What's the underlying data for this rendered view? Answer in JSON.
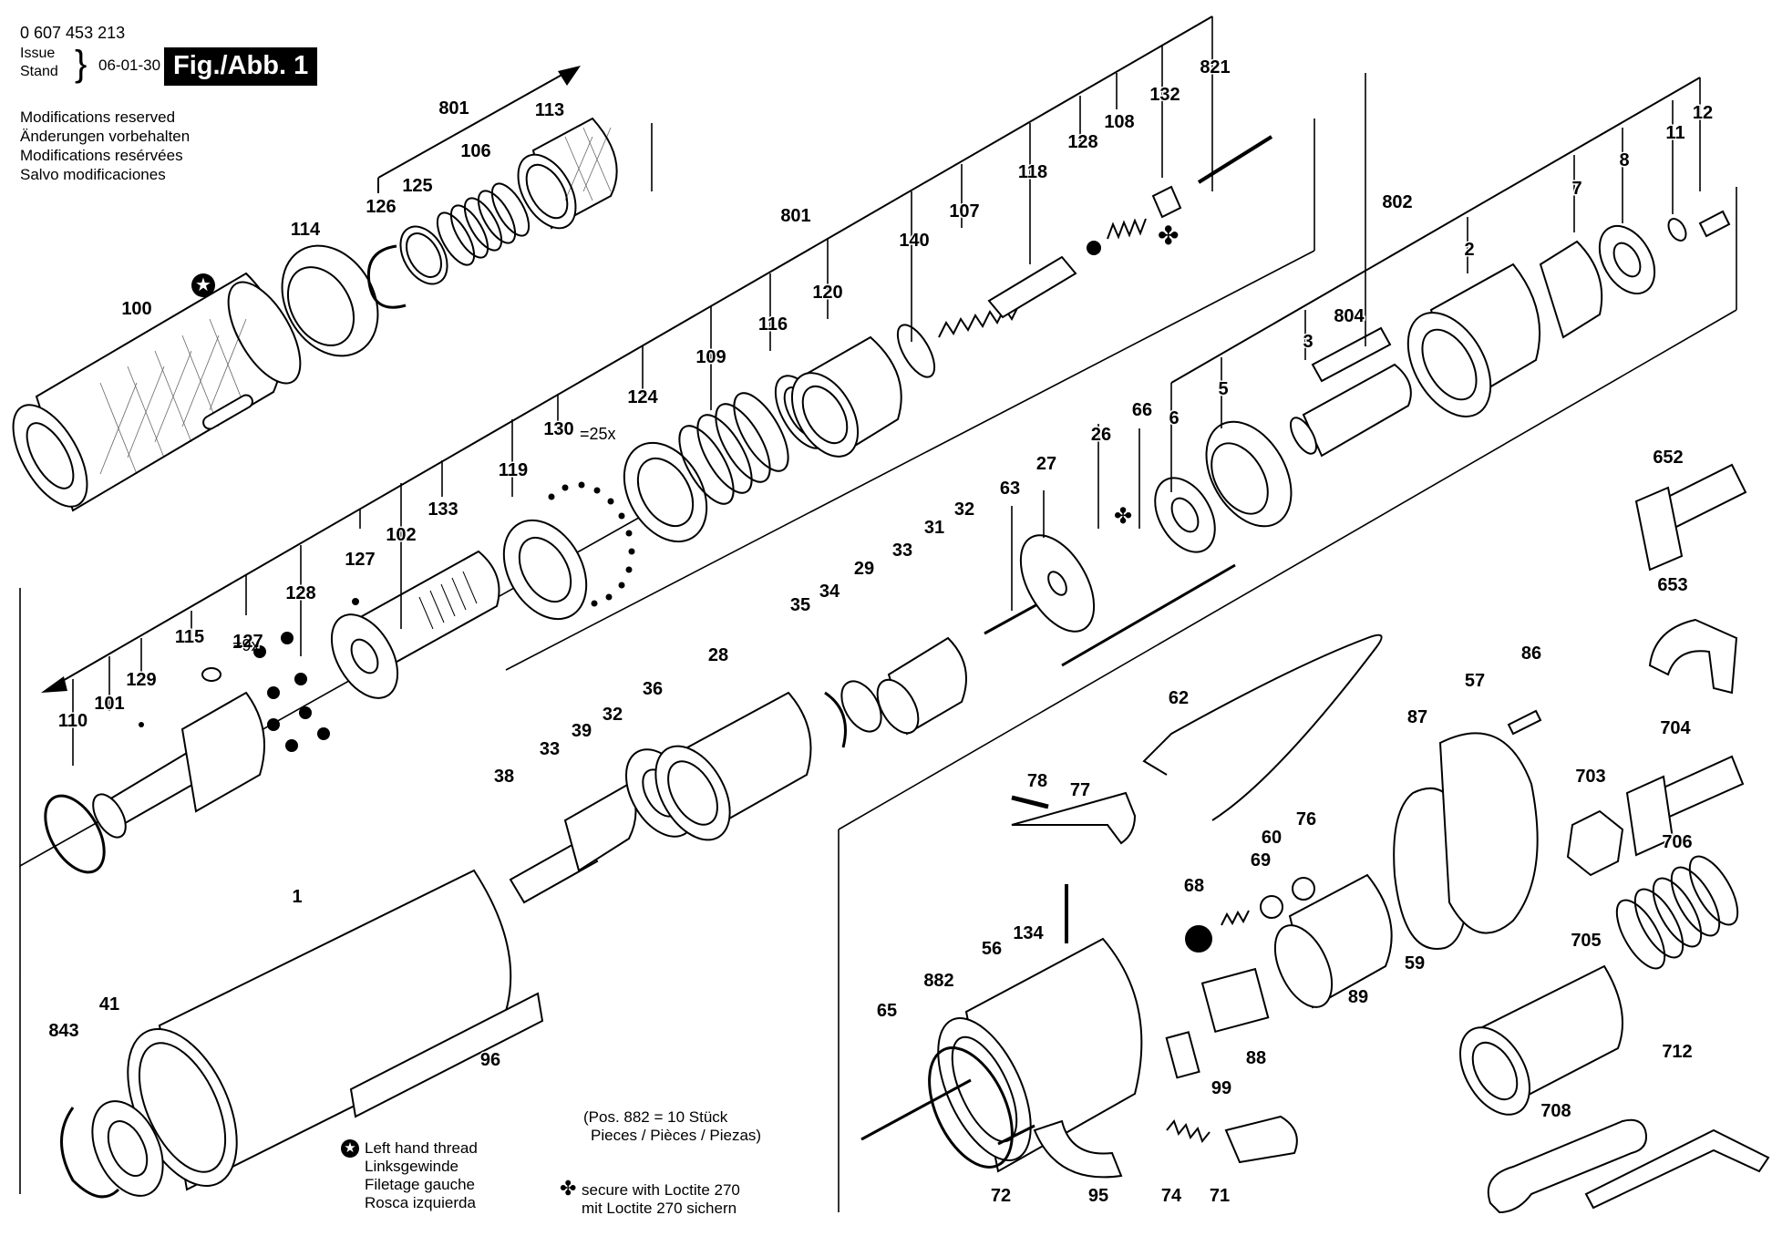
{
  "header": {
    "part_number": "0 607 453 213",
    "issue_label": "Issue",
    "stand_label": "Stand",
    "date": "06-01-30",
    "figure": "Fig./Abb. 1",
    "modifications": [
      "Modifications reserved",
      "Änderungen vorbehalten",
      "Modifications resérvées",
      "Salvo modificaciones"
    ]
  },
  "notes": {
    "left_hand_thread": [
      "Left hand thread",
      "Linksgewinde",
      "Filetage gauche",
      "Rosca izquierda"
    ],
    "pos_count": [
      "(Pos. 882 = 10 Stück",
      "Pieces / Pièces / Piezas)"
    ],
    "loctite": [
      "secure with Loctite 270",
      "mit Loctite 270 sichern"
    ]
  },
  "quantity_labels": [
    "=25x",
    "=9x"
  ],
  "part_labels": [
    "100",
    "114",
    "126",
    "125",
    "106",
    "801",
    "113",
    "821",
    "132",
    "108",
    "128",
    "118",
    "107",
    "140",
    "120",
    "801",
    "116",
    "109",
    "124",
    "130",
    "119",
    "133",
    "102",
    "127",
    "128",
    "127",
    "115",
    "129",
    "101",
    "110",
    "63",
    "27",
    "26",
    "66",
    "6",
    "5",
    "3",
    "804",
    "2",
    "7",
    "8",
    "11",
    "12",
    "802",
    "33",
    "31",
    "32",
    "29",
    "35",
    "34",
    "28",
    "36",
    "32",
    "39",
    "33",
    "38",
    "1",
    "96",
    "41",
    "843",
    "62",
    "78",
    "77",
    "134",
    "56",
    "882",
    "65",
    "72",
    "95",
    "74",
    "71",
    "68",
    "69",
    "60",
    "76",
    "99",
    "88",
    "89",
    "59",
    "87",
    "57",
    "86",
    "652",
    "653",
    "704",
    "703",
    "706",
    "705",
    "712",
    "708"
  ]
}
